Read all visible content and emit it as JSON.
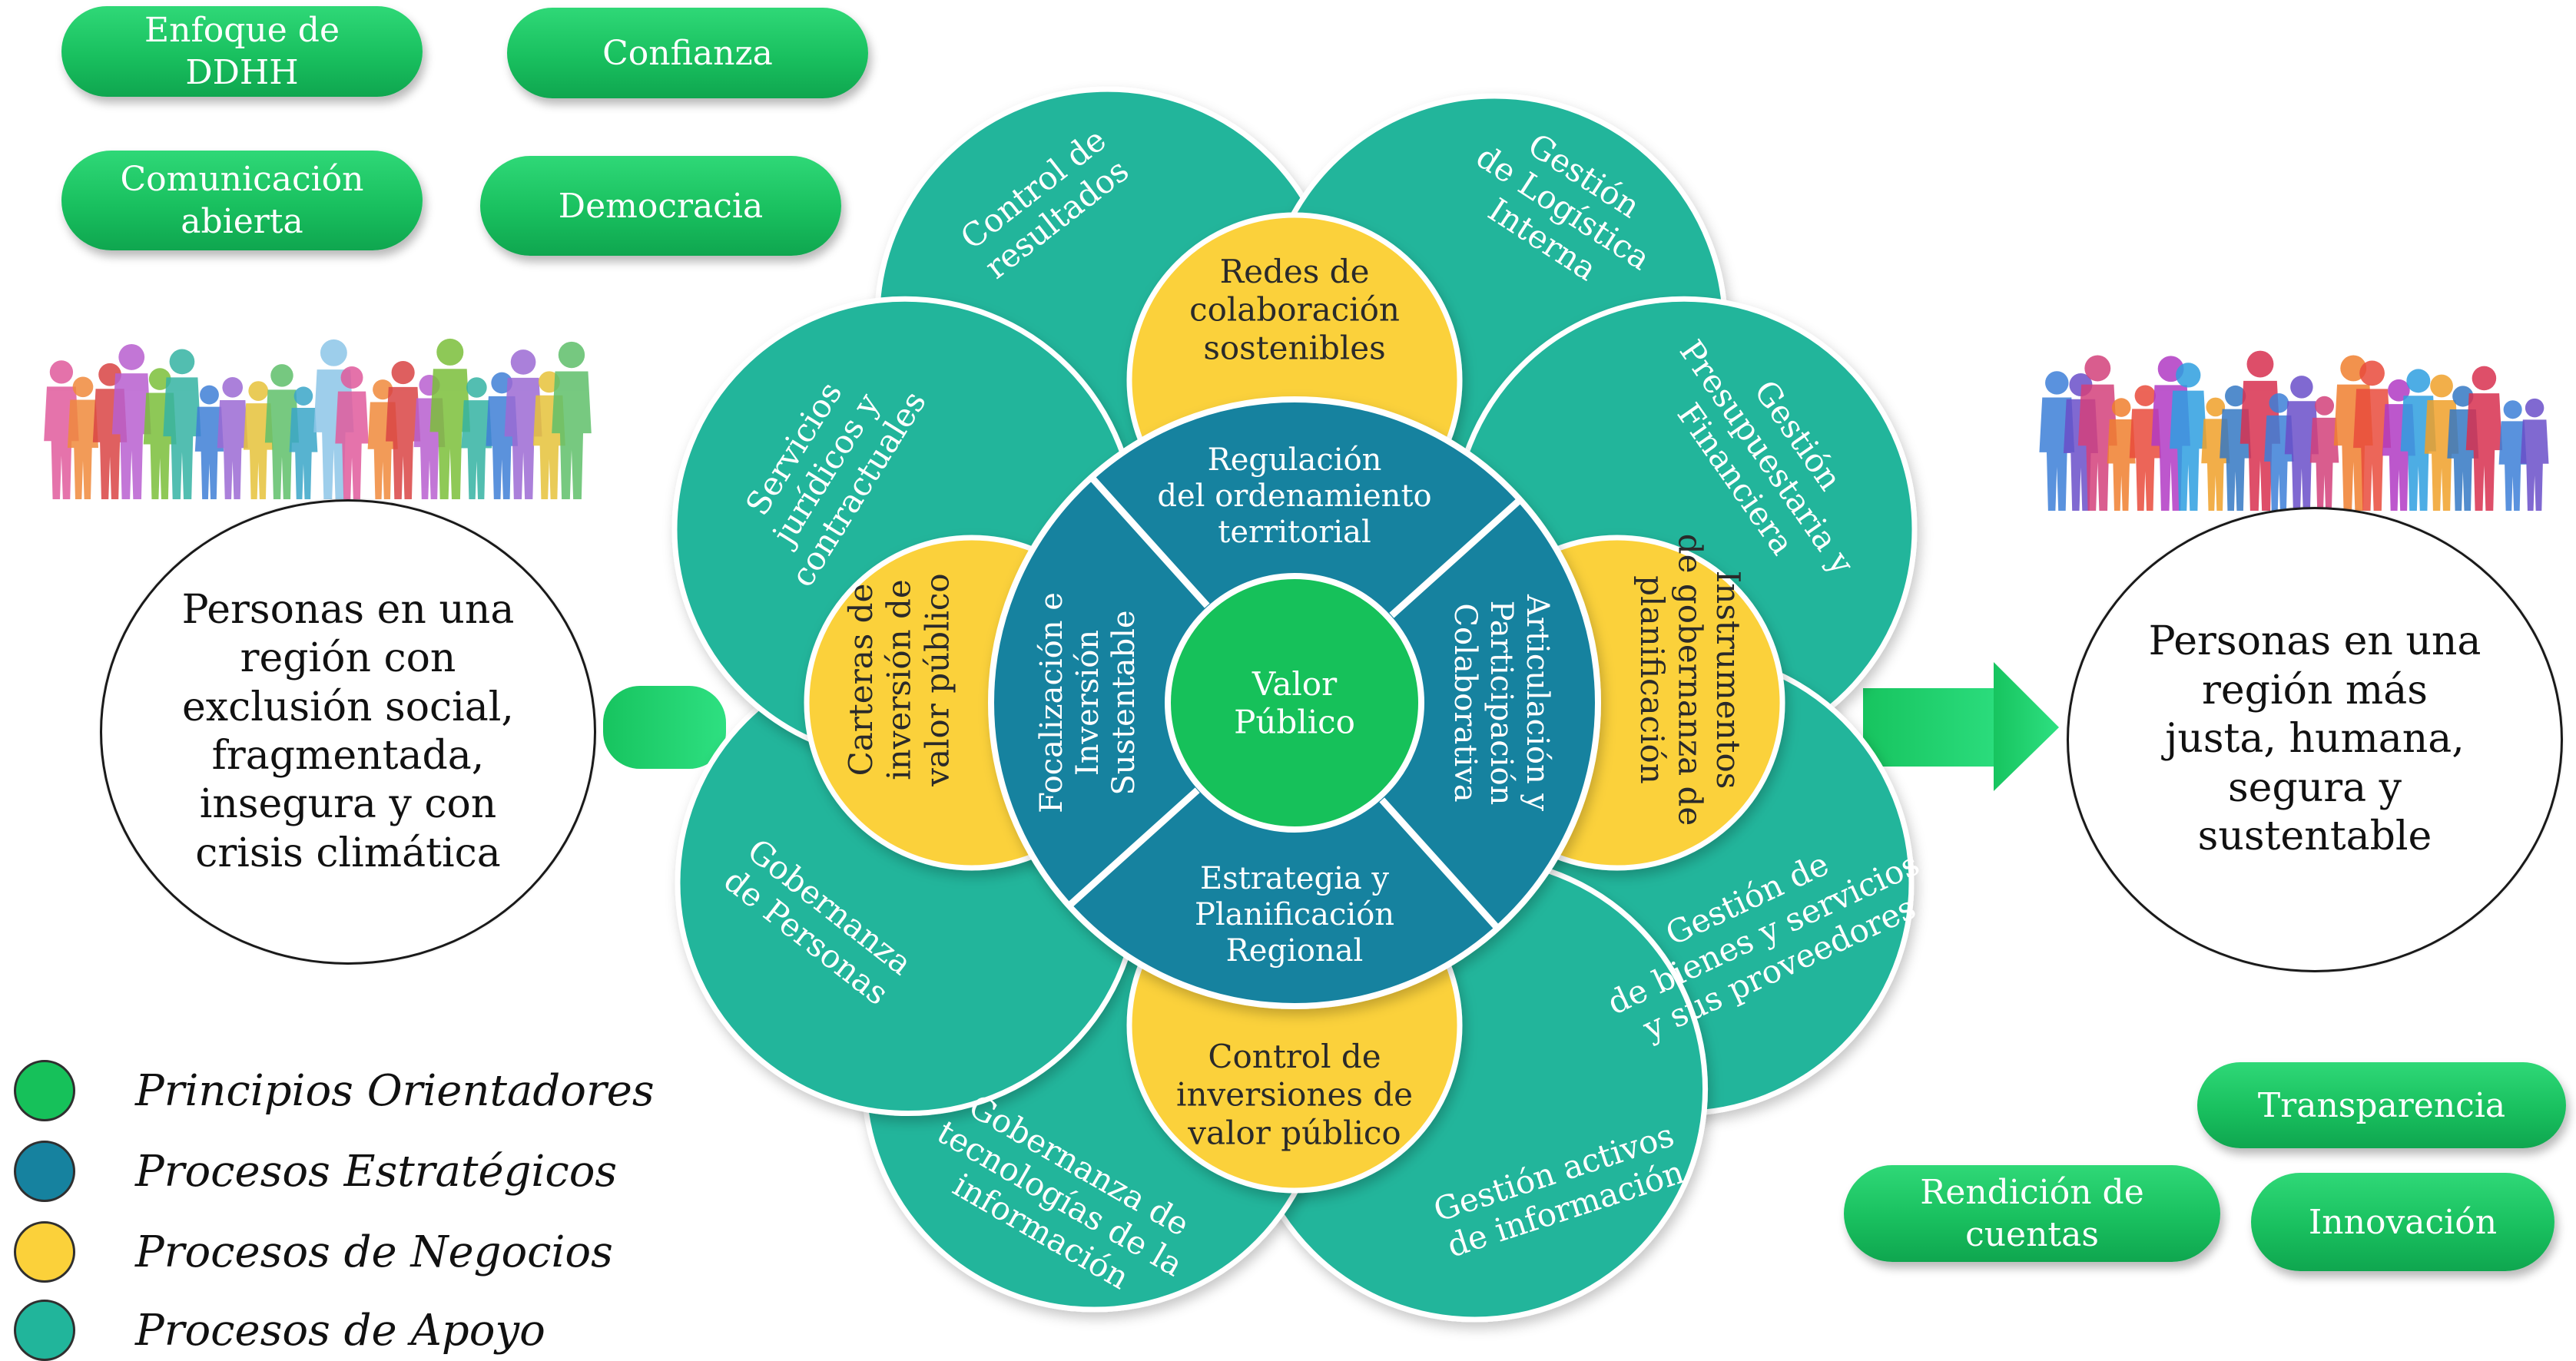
{
  "values_pills": [
    {
      "name": "enfoque-ddhh-pill",
      "text": "Enfoque de\nDDHH"
    },
    {
      "name": "confianza-pill",
      "text": "Confianza"
    },
    {
      "name": "comunicacion-pill",
      "text": "Comunicación\nabierta"
    },
    {
      "name": "democracia-pill",
      "text": "Democracia"
    },
    {
      "name": "transparencia-pill",
      "text": "Transparencia"
    },
    {
      "name": "rendicion-pill",
      "text": "Rendición de\ncuentas"
    },
    {
      "name": "innovacion-pill",
      "text": "Innovación"
    }
  ],
  "flow": {
    "left_text": "Personas en una\nregión con\nexclusión social,\nfragmentada,\ninsegura y con\ncrisis climática",
    "right_text": "Personas en una\nregión más\njusta, humana,\nsegura y\nsustentable"
  },
  "flower": {
    "center": [
      "Valor",
      "Público"
    ],
    "strategic": [
      [
        "Regulación",
        "del ordenamiento",
        "territorial"
      ],
      [
        "Articulación y",
        "Participación",
        "Colaborativa"
      ],
      [
        "Estrategia y",
        "Planificación",
        "Regional"
      ],
      [
        "Focalización e",
        "Inversión",
        "Sustentable"
      ]
    ],
    "business": [
      [
        "Redes de",
        "colaboración",
        "sostenibles"
      ],
      [
        "Instrumentos",
        "de gobernanza de",
        "planificación"
      ],
      [
        "Control de",
        "inversiones de",
        "valor público"
      ],
      [
        "Carteras de",
        "inversión de",
        "valor público"
      ]
    ],
    "support": [
      [
        "Control de",
        "resultados"
      ],
      [
        "Gestión",
        "de Logística",
        "Interna"
      ],
      [
        "Gestión",
        "Presupuestaria y",
        "Financiera"
      ],
      [
        "Gestión de",
        "de bienes y servicios",
        "y sus proveedores"
      ],
      [
        "Gestión activos",
        "de información"
      ],
      [
        "Gobernanza de",
        "tecnologías de la",
        "información"
      ],
      [
        "Gobernanza",
        "de Personas"
      ],
      [
        "Servicios",
        "jurídicos y",
        "contractuales"
      ]
    ]
  },
  "legend": [
    {
      "label": "Principios Orientadores",
      "color": "#16c15a"
    },
    {
      "label": "Procesos Estratégicos",
      "color": "#16829f"
    },
    {
      "label": "Procesos de Negocios",
      "color": "#fbd13a"
    },
    {
      "label": "Procesos de Apoyo",
      "color": "#21b59b"
    }
  ],
  "colors": {
    "principles": "#16c15a",
    "strategic": "#16829f",
    "business": "#fbd13a",
    "support": "#21b59b",
    "arrow": "#1ec466"
  }
}
